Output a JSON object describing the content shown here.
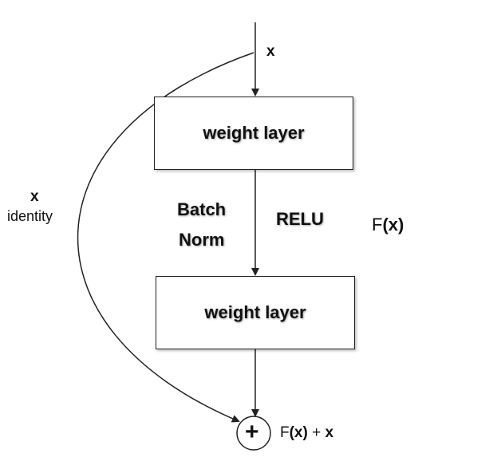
{
  "input": {
    "label": "x"
  },
  "identity": {
    "var": "x",
    "label": "identity"
  },
  "layers": [
    {
      "label": "weight layer"
    },
    {
      "label": "weight layer"
    }
  ],
  "between": {
    "batch_norm_line1": "Batch",
    "batch_norm_line2": "Norm",
    "relu": "RELU"
  },
  "residual": {
    "f_prefix": "F",
    "f_arg": "(x)"
  },
  "output": {
    "add_symbol": "+",
    "f_prefix": "F",
    "f_arg": "(x)",
    "plus": "+",
    "x": "x"
  },
  "colors": {
    "stroke": "#222222",
    "text": "#111111",
    "background": "#ffffff"
  }
}
